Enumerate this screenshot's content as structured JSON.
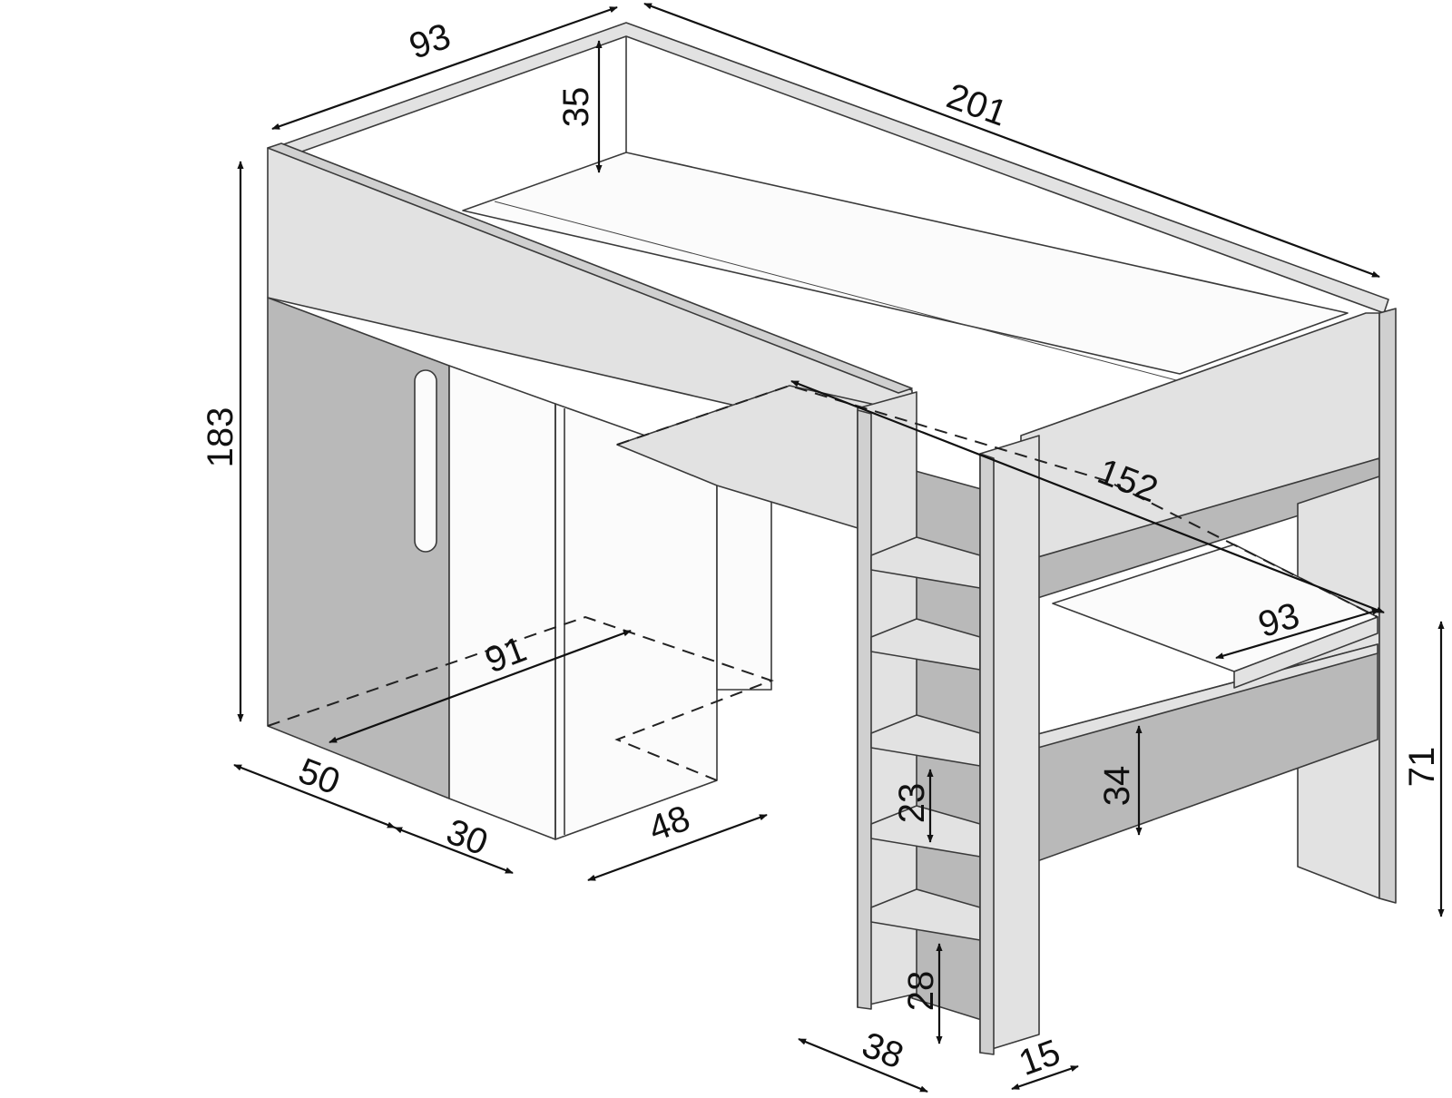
{
  "dimensions": {
    "bed_width_top": "93",
    "bed_length": "201",
    "guard_height": "35",
    "total_height": "183",
    "desk_length": "152",
    "cabinet_depth_dashed": "91",
    "desk_depth": "93",
    "wardrobe_width": "50",
    "shelf_width": "30",
    "cabinet_width": "48",
    "desk_panel_height": "34",
    "step_spacing": "23",
    "bottom_step_height": "28",
    "desk_height": "71",
    "ladder_width": "38",
    "ladder_depth": "15"
  }
}
